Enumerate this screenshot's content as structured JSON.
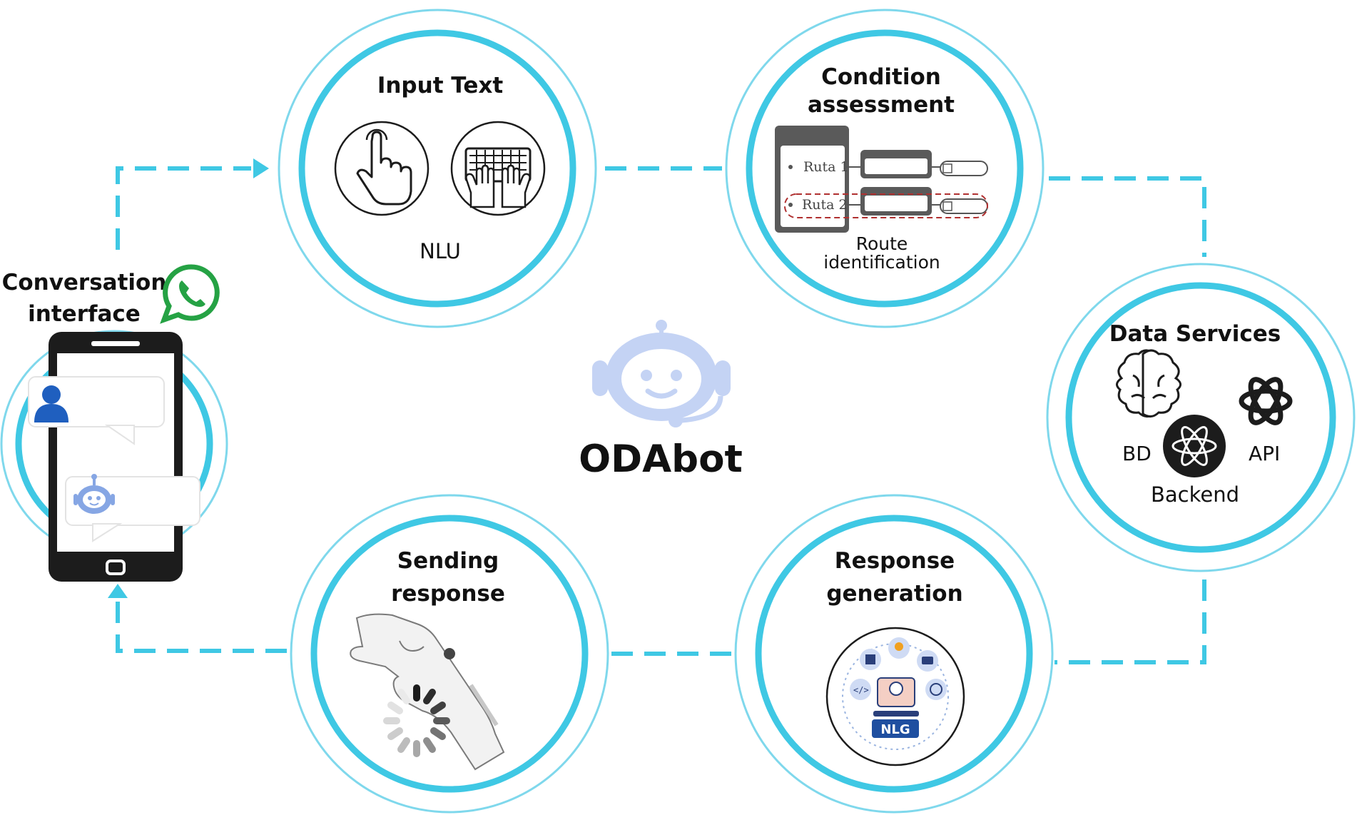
{
  "center": {
    "brand": "ODAbot",
    "icon": "robot-headset-icon"
  },
  "conversation": {
    "title_line1": "Conversation",
    "title_line2": "interface",
    "icons": [
      "whatsapp-icon",
      "smartphone-icon",
      "user-icon",
      "robot-icon"
    ]
  },
  "input_text": {
    "title": "Input Text",
    "caption": "NLU",
    "icons": [
      "tap-hand-icon",
      "keyboard-hands-icon"
    ]
  },
  "condition": {
    "title_line1": "Condition",
    "title_line2": "assessment",
    "route1": "Ruta 1",
    "route2": "Ruta 2",
    "caption_line1": "Route",
    "caption_line2": "identification"
  },
  "data_services": {
    "title": "Data Services",
    "bd": "BD",
    "api": "API",
    "backend": "Backend",
    "icons": [
      "brain-icon",
      "openai-icon",
      "backend-logo-icon"
    ]
  },
  "response_generation": {
    "title_line1": "Response",
    "title_line2": "generation",
    "badge": "NLG",
    "icons": [
      "nlg-network-icon"
    ]
  },
  "sending_response": {
    "title_line1": "Sending",
    "title_line2": "response",
    "icons": [
      "robot-hand-icon",
      "loading-spinner-icon"
    ]
  },
  "colors": {
    "accent": "#3fc8e4",
    "ring_light": "#7fd8ec",
    "robot": "#c4d3f4",
    "whatsapp": "#25a244",
    "user": "#1f5fbf",
    "dark": "#1c1c1c"
  }
}
